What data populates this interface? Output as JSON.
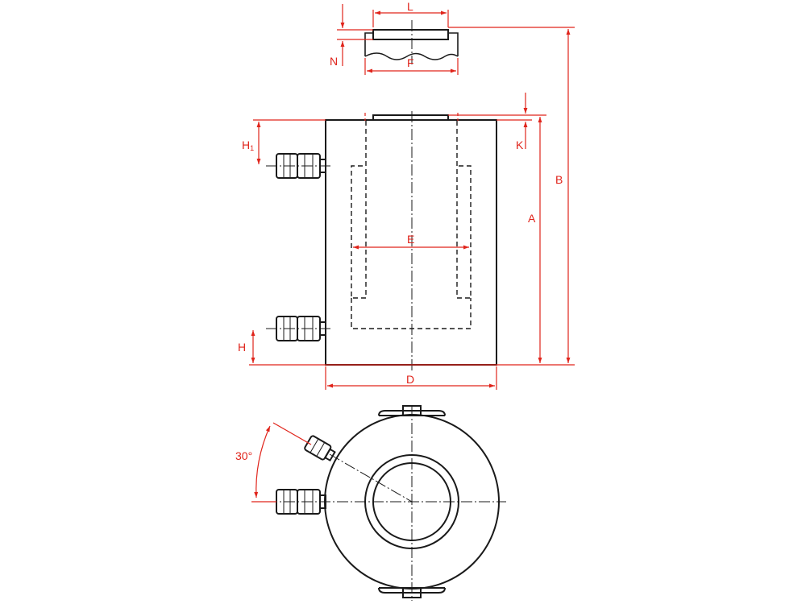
{
  "labels": {
    "L": "L",
    "F": "F",
    "N": "N",
    "K": "K",
    "H1": "H",
    "H1_sub": "1",
    "H": "H",
    "E": "E",
    "A": "A",
    "B": "B",
    "D": "D",
    "angle": "30°"
  },
  "colors": {
    "outline": "#1a1a1a",
    "dimension": "#e0241b",
    "background": "#ffffff"
  }
}
